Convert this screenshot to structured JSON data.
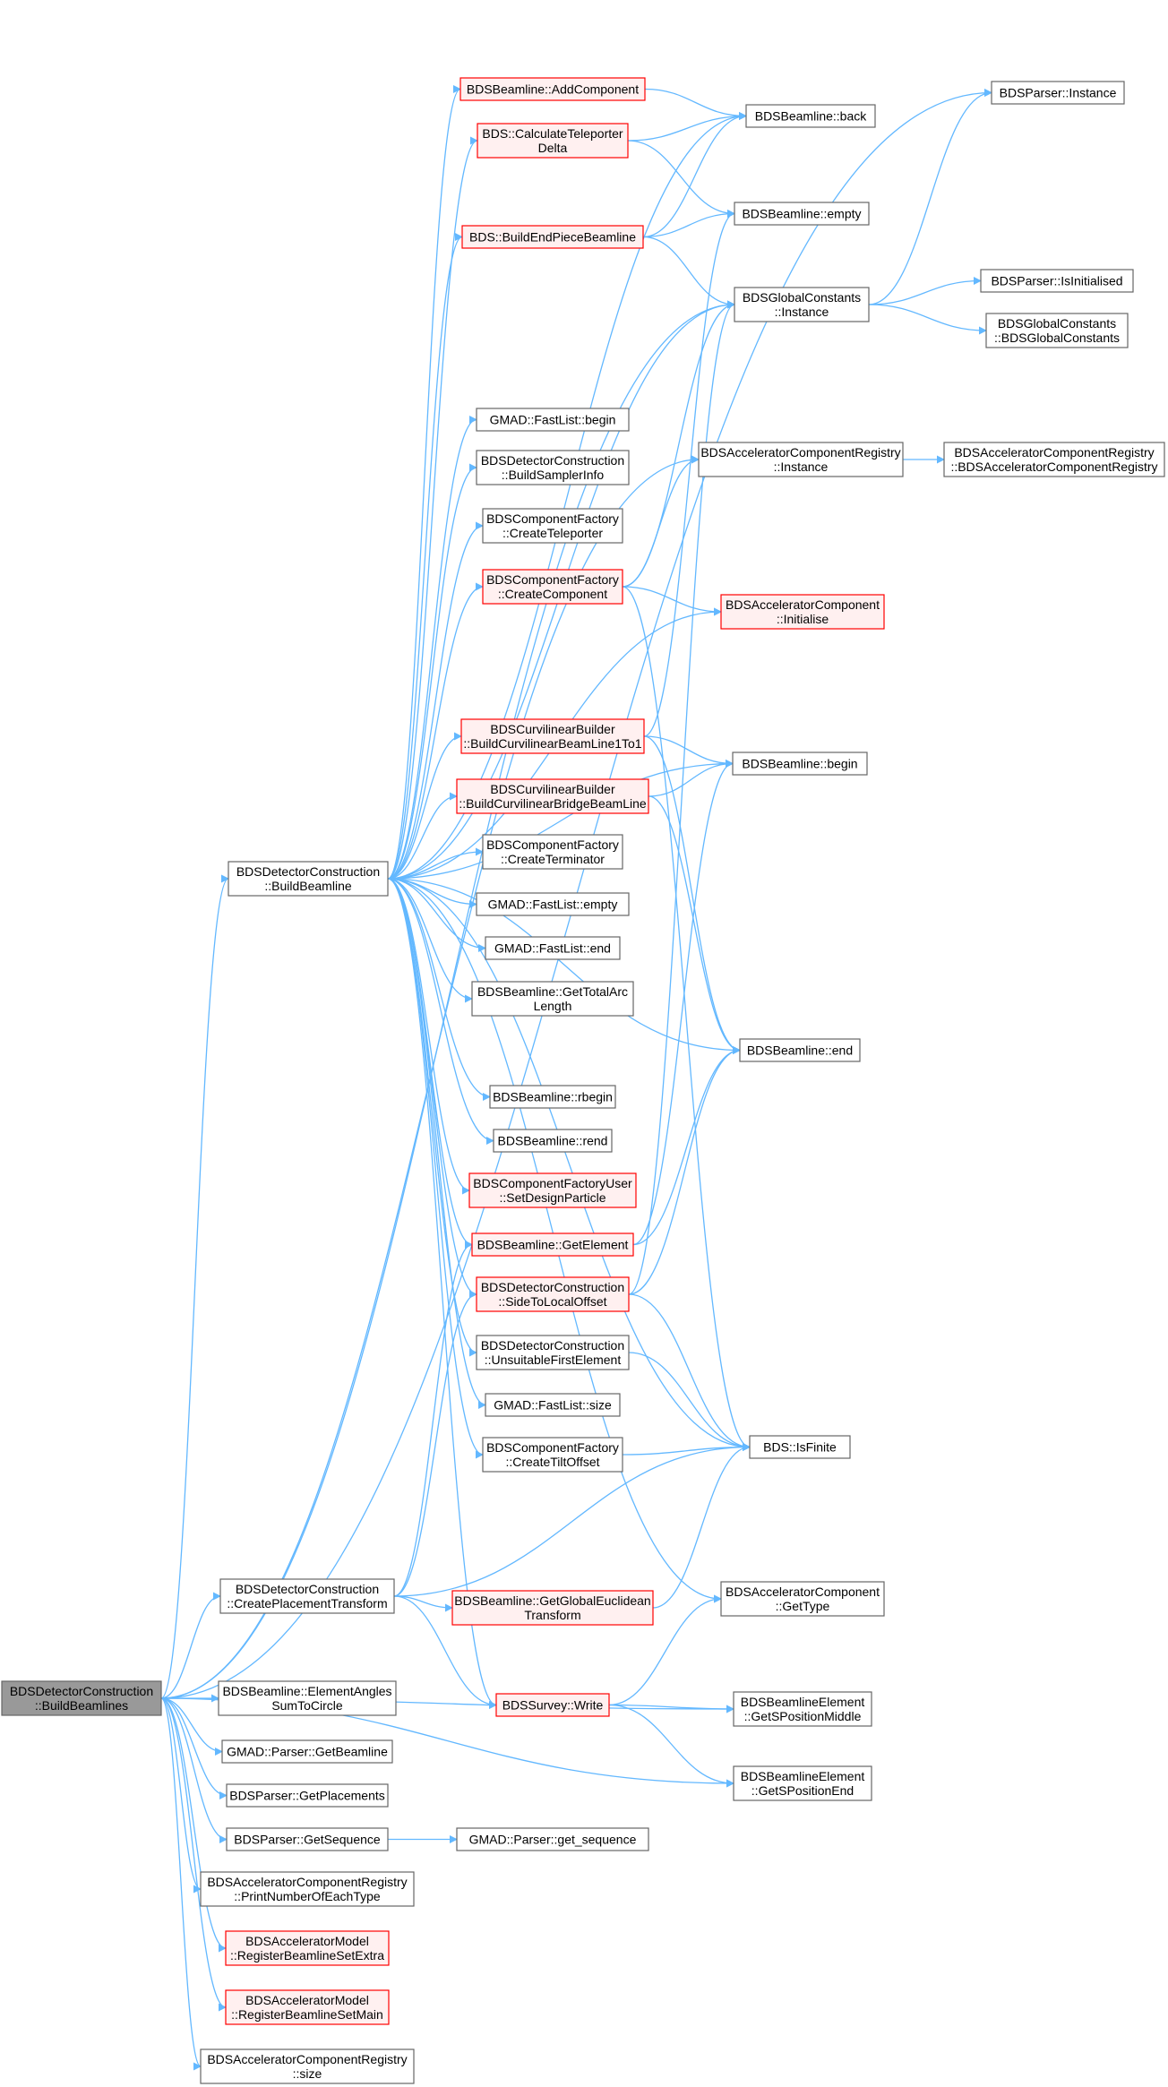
{
  "colors": {
    "edge": "#63b8ff",
    "node_default_fill": "#ffffff",
    "node_default_stroke": "#666666",
    "node_highlight_fill": "#fff0f0",
    "node_highlight_stroke": "#ff0000",
    "node_root_fill": "#999999",
    "node_root_stroke": "#666666"
  },
  "nodes": [
    {
      "id": "root",
      "lines": [
        "BDSDetectorConstruction",
        "::BuildBeamlines"
      ],
      "style": "root"
    },
    {
      "id": "buildBeamline",
      "lines": [
        "BDSDetectorConstruction",
        "::BuildBeamline"
      ],
      "style": "normal"
    },
    {
      "id": "addComponent",
      "lines": [
        "BDSBeamline::AddComponent"
      ],
      "style": "red"
    },
    {
      "id": "calcTeleporter",
      "lines": [
        "BDS::CalculateTeleporter",
        "Delta"
      ],
      "style": "red"
    },
    {
      "id": "buildEndPiece",
      "lines": [
        "BDS::BuildEndPieceBeamline"
      ],
      "style": "red"
    },
    {
      "id": "fastListBegin",
      "lines": [
        "GMAD::FastList::begin"
      ],
      "style": "normal"
    },
    {
      "id": "buildSamplerInfo",
      "lines": [
        "BDSDetectorConstruction",
        "::BuildSamplerInfo"
      ],
      "style": "normal"
    },
    {
      "id": "createTeleporter",
      "lines": [
        "BDSComponentFactory",
        "::CreateTeleporter"
      ],
      "style": "normal"
    },
    {
      "id": "createComponent",
      "lines": [
        "BDSComponentFactory",
        "::CreateComponent"
      ],
      "style": "red"
    },
    {
      "id": "curv1to1",
      "lines": [
        "BDSCurvilinearBuilder",
        "::BuildCurvilinearBeamLine1To1"
      ],
      "style": "red"
    },
    {
      "id": "curvBridge",
      "lines": [
        "BDSCurvilinearBuilder",
        "::BuildCurvilinearBridgeBeamLine"
      ],
      "style": "red"
    },
    {
      "id": "createTerminator",
      "lines": [
        "BDSComponentFactory",
        "::CreateTerminator"
      ],
      "style": "normal"
    },
    {
      "id": "fastListEmpty",
      "lines": [
        "GMAD::FastList::empty"
      ],
      "style": "normal"
    },
    {
      "id": "fastListEnd",
      "lines": [
        "GMAD::FastList::end"
      ],
      "style": "normal"
    },
    {
      "id": "totalArc",
      "lines": [
        "BDSBeamline::GetTotalArc",
        "Length"
      ],
      "style": "normal"
    },
    {
      "id": "rbegin",
      "lines": [
        "BDSBeamline::rbegin"
      ],
      "style": "normal"
    },
    {
      "id": "rend",
      "lines": [
        "BDSBeamline::rend"
      ],
      "style": "normal"
    },
    {
      "id": "setDesign",
      "lines": [
        "BDSComponentFactoryUser",
        "::SetDesignParticle"
      ],
      "style": "red"
    },
    {
      "id": "getElement",
      "lines": [
        "BDSBeamline::GetElement"
      ],
      "style": "red"
    },
    {
      "id": "sideToLocal",
      "lines": [
        "BDSDetectorConstruction",
        "::SideToLocalOffset"
      ],
      "style": "red"
    },
    {
      "id": "unsuitable",
      "lines": [
        "BDSDetectorConstruction",
        "::UnsuitableFirstElement"
      ],
      "style": "normal"
    },
    {
      "id": "fastListSize",
      "lines": [
        "GMAD::FastList::size"
      ],
      "style": "normal"
    },
    {
      "id": "createTilt",
      "lines": [
        "BDSComponentFactory",
        "::CreateTiltOffset"
      ],
      "style": "normal"
    },
    {
      "id": "createPlacement",
      "lines": [
        "BDSDetectorConstruction",
        "::CreatePlacementTransform"
      ],
      "style": "normal"
    },
    {
      "id": "getGlobalEuclid",
      "lines": [
        "BDSBeamline::GetGlobalEuclidean",
        "Transform"
      ],
      "style": "red"
    },
    {
      "id": "surveyWrite",
      "lines": [
        "BDSSurvey::Write"
      ],
      "style": "red"
    },
    {
      "id": "elementAngles",
      "lines": [
        "BDSBeamline::ElementAngles",
        "SumToCircle"
      ],
      "style": "normal"
    },
    {
      "id": "parserGetBeamline",
      "lines": [
        "GMAD::Parser::GetBeamline"
      ],
      "style": "normal"
    },
    {
      "id": "getPlacements",
      "lines": [
        "BDSParser::GetPlacements"
      ],
      "style": "normal"
    },
    {
      "id": "getSequence",
      "lines": [
        "BDSParser::GetSequence"
      ],
      "style": "normal"
    },
    {
      "id": "getSequenceLower",
      "lines": [
        "GMAD::Parser::get_sequence"
      ],
      "style": "normal"
    },
    {
      "id": "printNumber",
      "lines": [
        "BDSAcceleratorComponentRegistry",
        "::PrintNumberOfEachType"
      ],
      "style": "normal"
    },
    {
      "id": "regExtra",
      "lines": [
        "BDSAcceleratorModel",
        "::RegisterBeamlineSetExtra"
      ],
      "style": "red"
    },
    {
      "id": "regMain",
      "lines": [
        "BDSAcceleratorModel",
        "::RegisterBeamlineSetMain"
      ],
      "style": "red"
    },
    {
      "id": "registrySize",
      "lines": [
        "BDSAcceleratorComponentRegistry",
        "::size"
      ],
      "style": "normal"
    },
    {
      "id": "parserInstance",
      "lines": [
        "BDSParser::Instance"
      ],
      "style": "normal"
    },
    {
      "id": "beamlineBack",
      "lines": [
        "BDSBeamline::back"
      ],
      "style": "normal"
    },
    {
      "id": "beamlineEmpty",
      "lines": [
        "BDSBeamline::empty"
      ],
      "style": "normal"
    },
    {
      "id": "globalInstance",
      "lines": [
        "BDSGlobalConstants",
        "::Instance"
      ],
      "style": "normal"
    },
    {
      "id": "isInitialised",
      "lines": [
        "BDSParser::IsInitialised"
      ],
      "style": "normal"
    },
    {
      "id": "globalCtor",
      "lines": [
        "BDSGlobalConstants",
        "::BDSGlobalConstants"
      ],
      "style": "normal"
    },
    {
      "id": "registryInstance",
      "lines": [
        "BDSAcceleratorComponentRegistry",
        "::Instance"
      ],
      "style": "normal"
    },
    {
      "id": "registryCtor",
      "lines": [
        "BDSAcceleratorComponentRegistry",
        "::BDSAcceleratorComponentRegistry"
      ],
      "style": "normal"
    },
    {
      "id": "initialise",
      "lines": [
        "BDSAcceleratorComponent",
        "::Initialise"
      ],
      "style": "red"
    },
    {
      "id": "beamlineBegin",
      "lines": [
        "BDSBeamline::begin"
      ],
      "style": "normal"
    },
    {
      "id": "beamlineEnd",
      "lines": [
        "BDSBeamline::end"
      ],
      "style": "normal"
    },
    {
      "id": "isFinite",
      "lines": [
        "BDS::IsFinite"
      ],
      "style": "normal"
    },
    {
      "id": "getType",
      "lines": [
        "BDSAcceleratorComponent",
        "::GetType"
      ],
      "style": "normal"
    },
    {
      "id": "sPosMiddle",
      "lines": [
        "BDSBeamlineElement",
        "::GetSPositionMiddle"
      ],
      "style": "normal"
    },
    {
      "id": "sPosEnd",
      "lines": [
        "BDSBeamlineElement",
        "::GetSPositionEnd"
      ],
      "style": "normal"
    }
  ],
  "edges": [
    [
      "root",
      "buildBeamline"
    ],
    [
      "root",
      "createPlacement"
    ],
    [
      "root",
      "elementAngles"
    ],
    [
      "root",
      "parserGetBeamline"
    ],
    [
      "root",
      "getPlacements"
    ],
    [
      "root",
      "getSequence"
    ],
    [
      "root",
      "printNumber"
    ],
    [
      "root",
      "regExtra"
    ],
    [
      "root",
      "regMain"
    ],
    [
      "root",
      "registrySize"
    ],
    [
      "root",
      "parserInstance"
    ],
    [
      "root",
      "globalInstance"
    ],
    [
      "root",
      "registryInstance"
    ],
    [
      "root",
      "sPosMiddle"
    ],
    [
      "root",
      "sPosEnd"
    ],
    [
      "buildBeamline",
      "addComponent"
    ],
    [
      "buildBeamline",
      "calcTeleporter"
    ],
    [
      "buildBeamline",
      "buildEndPiece"
    ],
    [
      "buildBeamline",
      "fastListBegin"
    ],
    [
      "buildBeamline",
      "buildSamplerInfo"
    ],
    [
      "buildBeamline",
      "createTeleporter"
    ],
    [
      "buildBeamline",
      "createComponent"
    ],
    [
      "buildBeamline",
      "curv1to1"
    ],
    [
      "buildBeamline",
      "curvBridge"
    ],
    [
      "buildBeamline",
      "createTerminator"
    ],
    [
      "buildBeamline",
      "fastListEmpty"
    ],
    [
      "buildBeamline",
      "fastListEnd"
    ],
    [
      "buildBeamline",
      "totalArc"
    ],
    [
      "buildBeamline",
      "rbegin"
    ],
    [
      "buildBeamline",
      "rend"
    ],
    [
      "buildBeamline",
      "setDesign"
    ],
    [
      "buildBeamline",
      "getElement"
    ],
    [
      "buildBeamline",
      "sideToLocal"
    ],
    [
      "buildBeamline",
      "unsuitable"
    ],
    [
      "buildBeamline",
      "fastListSize"
    ],
    [
      "buildBeamline",
      "createTilt"
    ],
    [
      "buildBeamline",
      "beamlineBack"
    ],
    [
      "buildBeamline",
      "globalInstance"
    ],
    [
      "buildBeamline",
      "initialise"
    ],
    [
      "buildBeamline",
      "beamlineBegin"
    ],
    [
      "buildBeamline",
      "beamlineEnd"
    ],
    [
      "buildBeamline",
      "isFinite"
    ],
    [
      "buildBeamline",
      "getType"
    ],
    [
      "buildBeamline",
      "surveyWrite"
    ],
    [
      "addComponent",
      "beamlineBack"
    ],
    [
      "calcTeleporter",
      "beamlineBack"
    ],
    [
      "calcTeleporter",
      "beamlineEmpty"
    ],
    [
      "buildEndPiece",
      "beamlineBack"
    ],
    [
      "buildEndPiece",
      "beamlineEmpty"
    ],
    [
      "buildEndPiece",
      "globalInstance"
    ],
    [
      "createComponent",
      "registryInstance"
    ],
    [
      "createComponent",
      "initialise"
    ],
    [
      "createComponent",
      "globalInstance"
    ],
    [
      "createComponent",
      "isFinite"
    ],
    [
      "curv1to1",
      "beamlineBegin"
    ],
    [
      "curv1to1",
      "beamlineEnd"
    ],
    [
      "curv1to1",
      "beamlineEmpty"
    ],
    [
      "curvBridge",
      "beamlineBegin"
    ],
    [
      "curvBridge",
      "beamlineEnd"
    ],
    [
      "getElement",
      "beamlineBegin"
    ],
    [
      "getElement",
      "beamlineEnd"
    ],
    [
      "sideToLocal",
      "beamlineEnd"
    ],
    [
      "sideToLocal",
      "globalInstance"
    ],
    [
      "sideToLocal",
      "isFinite"
    ],
    [
      "unsuitable",
      "isFinite"
    ],
    [
      "createTilt",
      "isFinite"
    ],
    [
      "createPlacement",
      "getElement"
    ],
    [
      "createPlacement",
      "sideToLocal"
    ],
    [
      "createPlacement",
      "getGlobalEuclid"
    ],
    [
      "createPlacement",
      "isFinite"
    ],
    [
      "createPlacement",
      "surveyWrite"
    ],
    [
      "getGlobalEuclid",
      "isFinite"
    ],
    [
      "surveyWrite",
      "getType"
    ],
    [
      "surveyWrite",
      "sPosMiddle"
    ],
    [
      "surveyWrite",
      "sPosEnd"
    ],
    [
      "getSequence",
      "getSequenceLower"
    ],
    [
      "globalInstance",
      "parserInstance"
    ],
    [
      "globalInstance",
      "isInitialised"
    ],
    [
      "globalInstance",
      "globalCtor"
    ],
    [
      "registryInstance",
      "registryCtor"
    ]
  ]
}
